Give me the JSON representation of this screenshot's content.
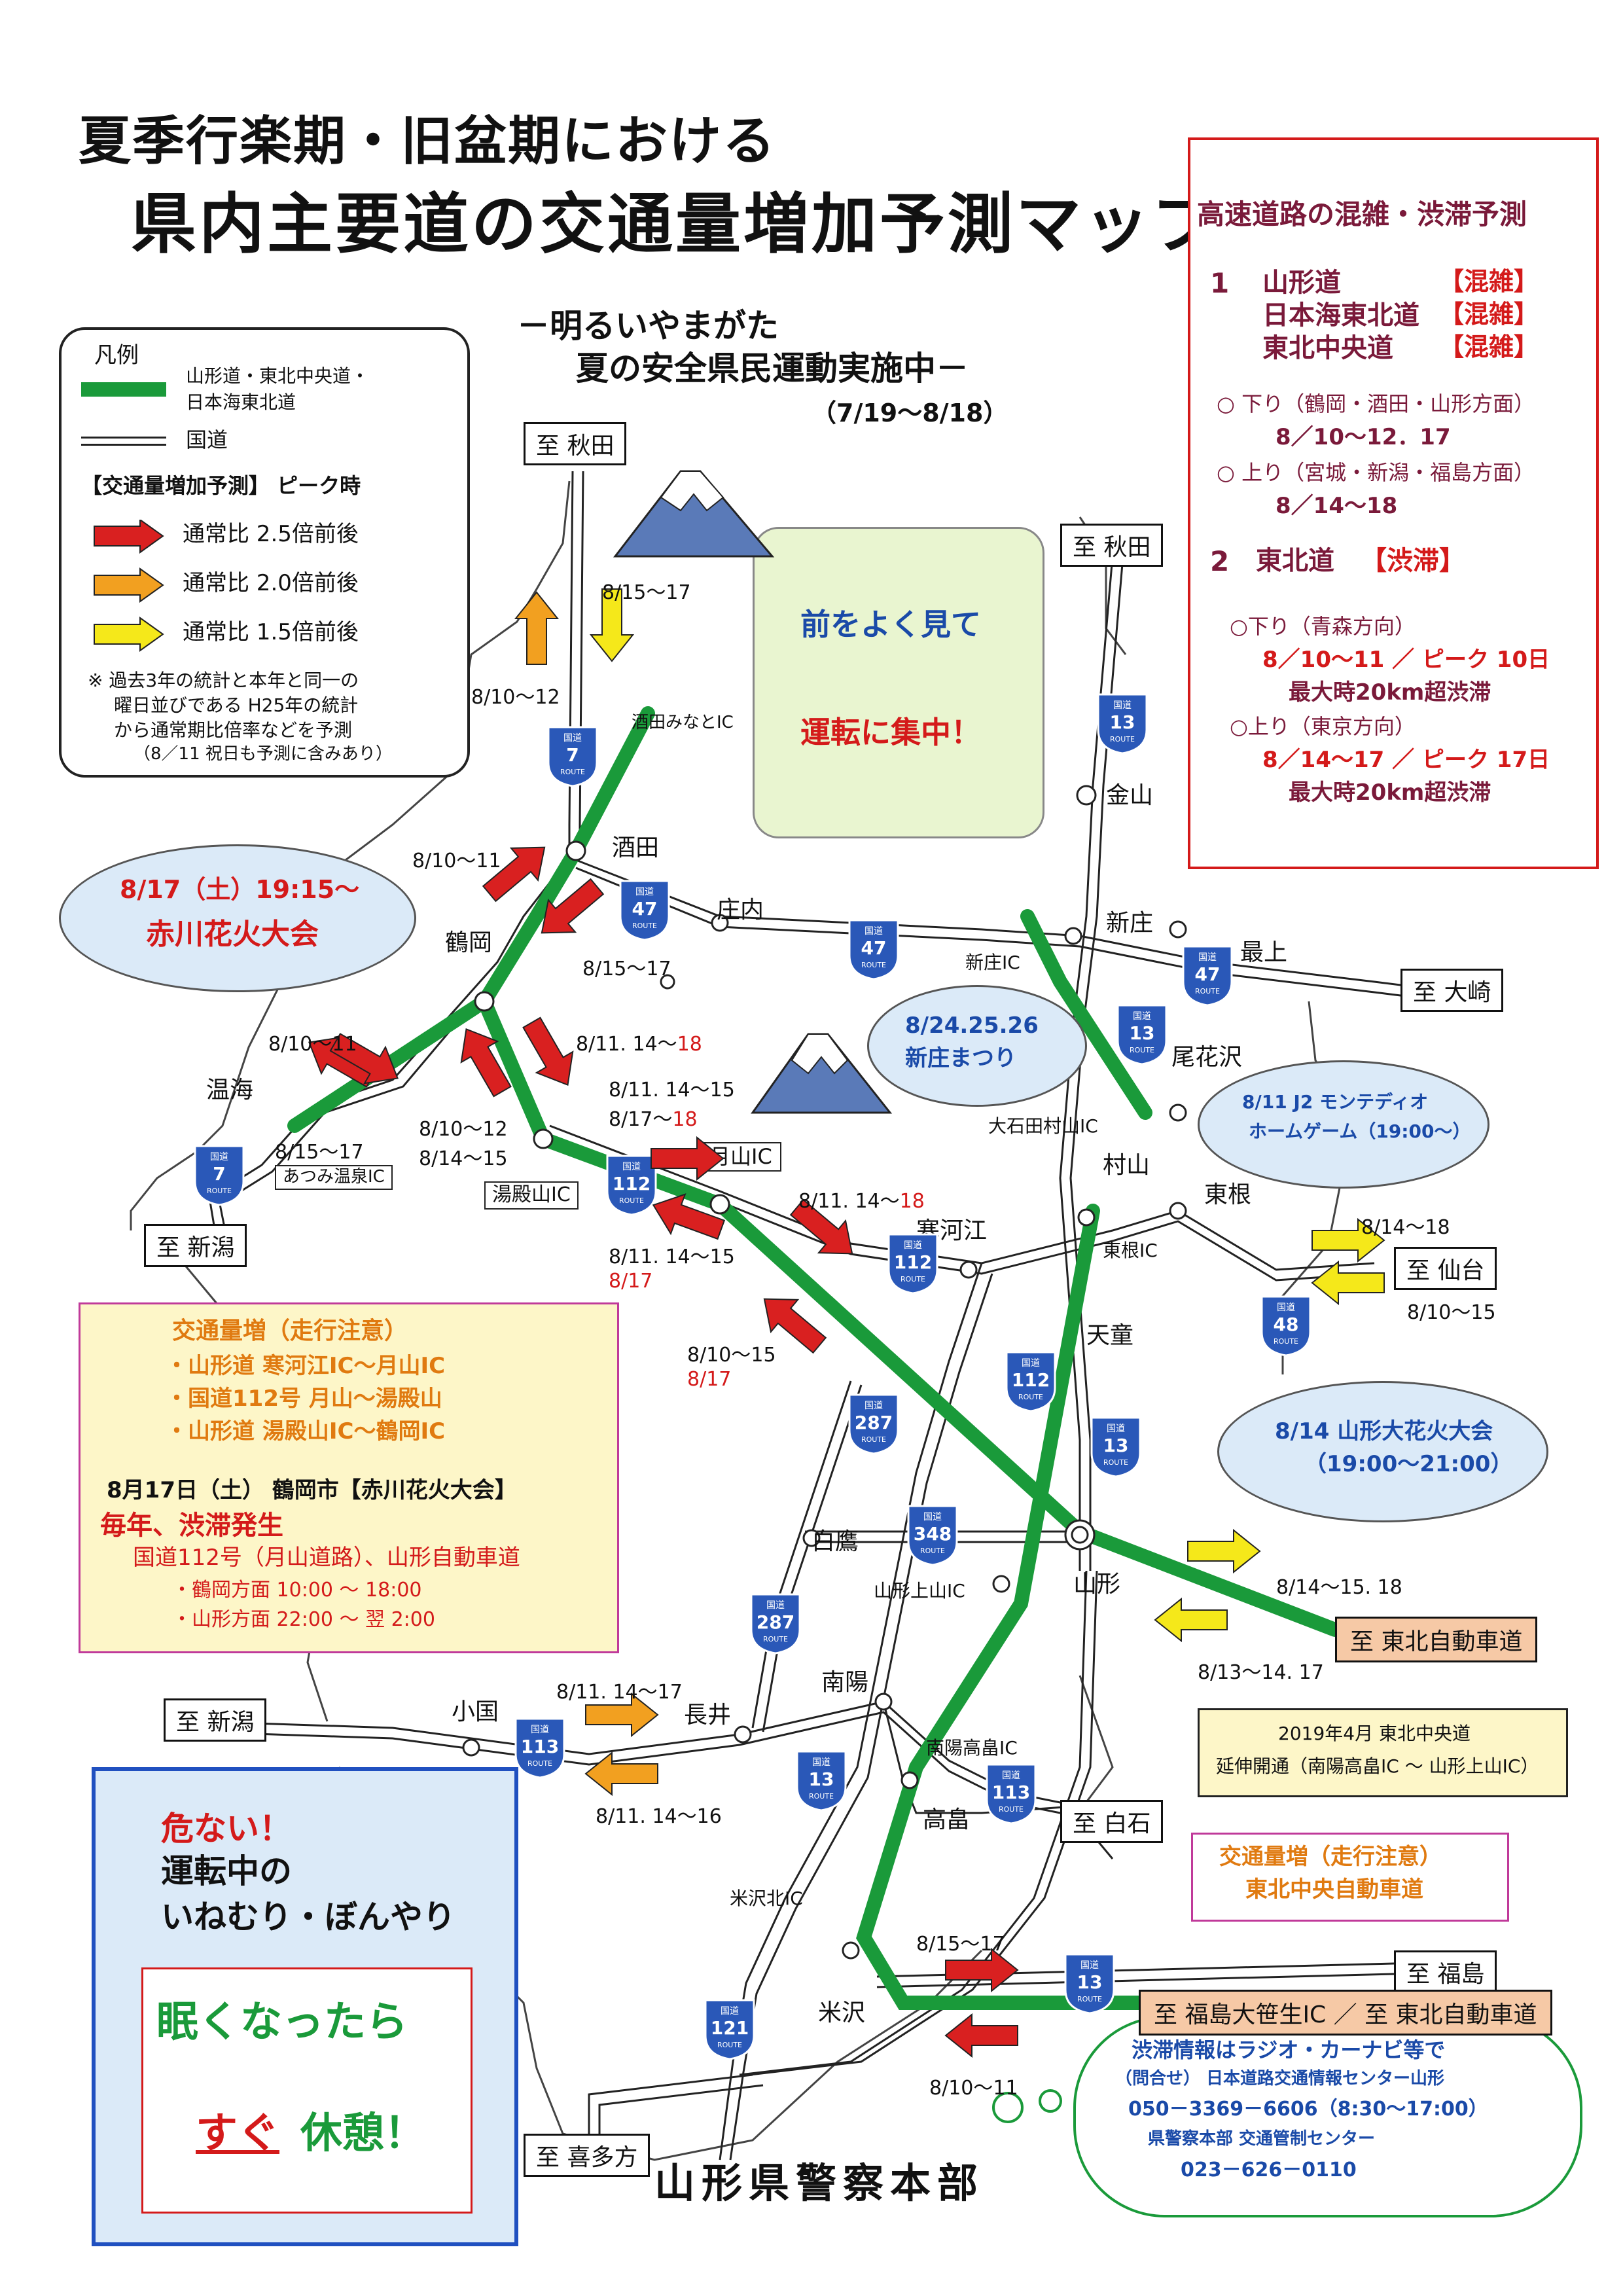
{
  "title": {
    "line1": "夏季行楽期・旧盆期における",
    "line2": "県内主要道の交通量増加予測マップ"
  },
  "slogan": {
    "line1": "－明るいやまがた",
    "line2": "夏の安全県民運動実施中－",
    "period": "（7/19～8/18）"
  },
  "legend": {
    "heading": "凡例",
    "expressway": "山形道・東北中央道・",
    "expressway2": "日本海東北道",
    "national_road": "国道",
    "forecast_heading": "【交通量増加予測】 ピーク時",
    "level_25": "通常比 2.5倍前後",
    "level_20": "通常比 2.0倍前後",
    "level_15": "通常比 1.5倍前後",
    "note1": "※ 過去3年の統計と本年と同一の",
    "note2": "曜日並びである H25年の統計",
    "note3": "から通常期比倍率などを予測",
    "note4": "（8／11 祝日も予測に含みあり）",
    "colors": {
      "expressway": "#1a9a3a",
      "red": "#d92020",
      "orange": "#f2a020",
      "yellow": "#f5e81a"
    }
  },
  "expressway_forecast": {
    "heading": "高速道路の混雑・渋滞予測",
    "n1": "1",
    "road1": "山形道",
    "road2": "日本海東北道",
    "road3": "東北中央道",
    "congest": "【混雑】",
    "down_label": "○ 下り（鶴岡・酒田・山形方面）",
    "down_dates": "8／10～12．17",
    "up_label": "○ 上り（宮城・新潟・福島方面）",
    "up_dates": "8／14～18",
    "n2": "2",
    "road4": "東北道",
    "jam": "【渋滞】",
    "down2_label": "○下り（青森方向）",
    "down2_dates": "8／10～11 ／ ピーク 10日",
    "down2_max": "最大時20km超渋滞",
    "up2_label": "○上り（東京方向）",
    "up2_dates": "8／14～17 ／ ピーク 17日",
    "up2_max": "最大時20km超渋滞"
  },
  "caution_box": {
    "line1": "前をよく見て",
    "line2": "運転に集中！"
  },
  "callouts": {
    "akagawa_date": "8/17（土）19:15～",
    "akagawa_name": "赤川花火大会",
    "shinjo_date": "8/24.25.26",
    "shinjo_name": "新庄まつり",
    "montedio1": "8/11 J2 モンテディオ",
    "montedio2": "ホームゲーム（19:00～）",
    "yamagata_fw1": "8/14 山形大花火大会",
    "yamagata_fw2": "（19:00～21:00）"
  },
  "traffic_box": {
    "heading": "交通量増（走行注意）",
    "i1": "・山形道 寒河江IC～月山IC",
    "i2": "・国道112号 月山～湯殿山",
    "i3": "・山形道 湯殿山IC～鶴岡IC",
    "date_line": "8月17日（土） 鶴岡市【赤川花火大会】",
    "every_year": "毎年、渋滞発生",
    "roads": "国道112号（月山道路）、山形自動車道",
    "t1": "・鶴岡方面 10:00 ～ 18:00",
    "t2": "・山形方面 22:00 ～ 翌 2:00"
  },
  "extension_note": {
    "line1": "2019年4月 東北中央道",
    "line2": "延伸開通（南陽高畠IC ～ 山形上山IC）"
  },
  "tohoku_chuo_note": {
    "line1": "交通量増（走行注意）",
    "line2": "東北中央自動車道"
  },
  "contact": {
    "line1": "渋滞情報はラジオ・カーナビ等で",
    "line2": "（問合せ） 日本道路交通情報センター山形",
    "line3": "050－3369－6606（8:30～17:00）",
    "line4": "県警察本部 交通管制センター",
    "line5": "023－626－0110"
  },
  "sleep_box": {
    "danger": "危ない！",
    "l2": "運転中の",
    "l3": "いねむり・ぼんやり",
    "l4": "眠くなったら",
    "sugu": "すぐ",
    "kyukei": "休憩！"
  },
  "footer": "山形県警察本部",
  "places": {
    "sakata": "酒田",
    "tsuruoka": "鶴岡",
    "onsen": "温海",
    "shonai": "庄内",
    "shinjo": "新庄",
    "mogami": "最上",
    "kaneyama": "金山",
    "obanazawa": "尾花沢",
    "murayama": "村山",
    "higashine": "東根",
    "sagae": "寒河江",
    "tendo": "天童",
    "yamagata": "山形",
    "shirataka": "白鷹",
    "nanyo": "南陽",
    "nagai": "長井",
    "oguni": "小国",
    "takahata": "高畠",
    "yonezawa": "米沢"
  },
  "ic_labels": {
    "sakata_minato": "酒田みなとIC",
    "atsumi": "あつみ温泉IC",
    "yudonosan": "湯殿山IC",
    "gassan": "月山IC",
    "shinjo_ic": "新庄IC",
    "oishida": "大石田村山IC",
    "higashine_ic": "東根IC",
    "kaminoyama": "山形上山IC",
    "nanyo_ic": "南陽高畠IC",
    "yonezawa_kita": "米沢北IC"
  },
  "destinations": {
    "akita_w": "至 秋田",
    "akita_e": "至 秋田",
    "osaki": "至 大崎",
    "niigata1": "至 新潟",
    "sendai": "至 仙台",
    "tohoku_exp": "至 東北自動車道",
    "niigata2": "至 新潟",
    "shiroishi": "至 白石",
    "fukushima": "至 福島",
    "fukushima_o": "至 福島大笹生IC ／ 至 東北自動車道",
    "kitakata": "至 喜多方"
  },
  "route_shields": {
    "kokudo": "国道",
    "r7": "7",
    "r13": "13",
    "r47": "47",
    "r48": "48",
    "r112": "112",
    "r113": "113",
    "r121": "121",
    "r287": "287",
    "r348": "348",
    "route": "ROUTE"
  },
  "dates": {
    "d1": "8/15～17",
    "d2": "8/10～12",
    "d3": "8/10～11",
    "d4": "8/15～17",
    "d5": "8/10～11",
    "d6a": "8/11. 14～",
    "d6b": "18",
    "d7": "8/15～17",
    "d8a": "8/10～12",
    "d8b": "8/14～15",
    "d9a": "8/11. 14～15",
    "d9b": "8/17～",
    "d9c": "18",
    "d10a": "8/11. 14～",
    "d10b": "18",
    "d11a": "8/11. 14～15",
    "d11b": "8/17",
    "d12a": "8/10～15",
    "d12b": "8/17",
    "d13": "8/14～18",
    "d14": "8/10～15",
    "d15": "8/14～15. 18",
    "d16": "8/13～14. 17",
    "d17": "8/11. 14～17",
    "d18": "8/11. 14～16",
    "d19": "8/15～17",
    "d20": "8/10～11"
  }
}
